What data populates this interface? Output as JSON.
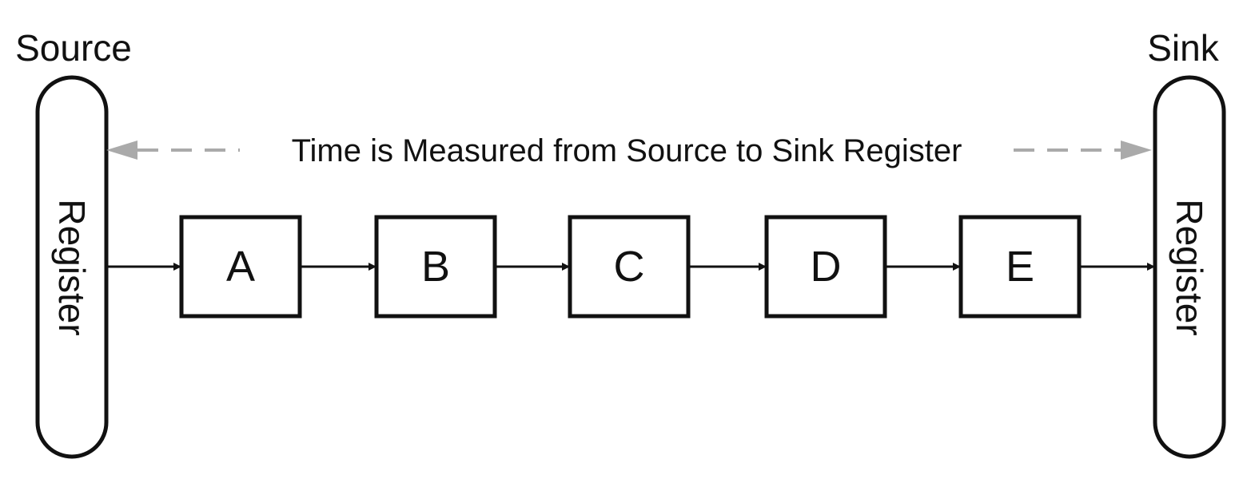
{
  "source": {
    "label": "Source",
    "register_label": "Register"
  },
  "sink": {
    "label": "Sink",
    "register_label": "Register"
  },
  "measurement": {
    "label": "Time is Measured from Source to Sink Register"
  },
  "blocks": [
    {
      "label": "A"
    },
    {
      "label": "B"
    },
    {
      "label": "C"
    },
    {
      "label": "D"
    },
    {
      "label": "E"
    }
  ],
  "colors": {
    "stroke": "#111111",
    "dashed_arrow": "#aaaaaa",
    "background": "#ffffff"
  }
}
